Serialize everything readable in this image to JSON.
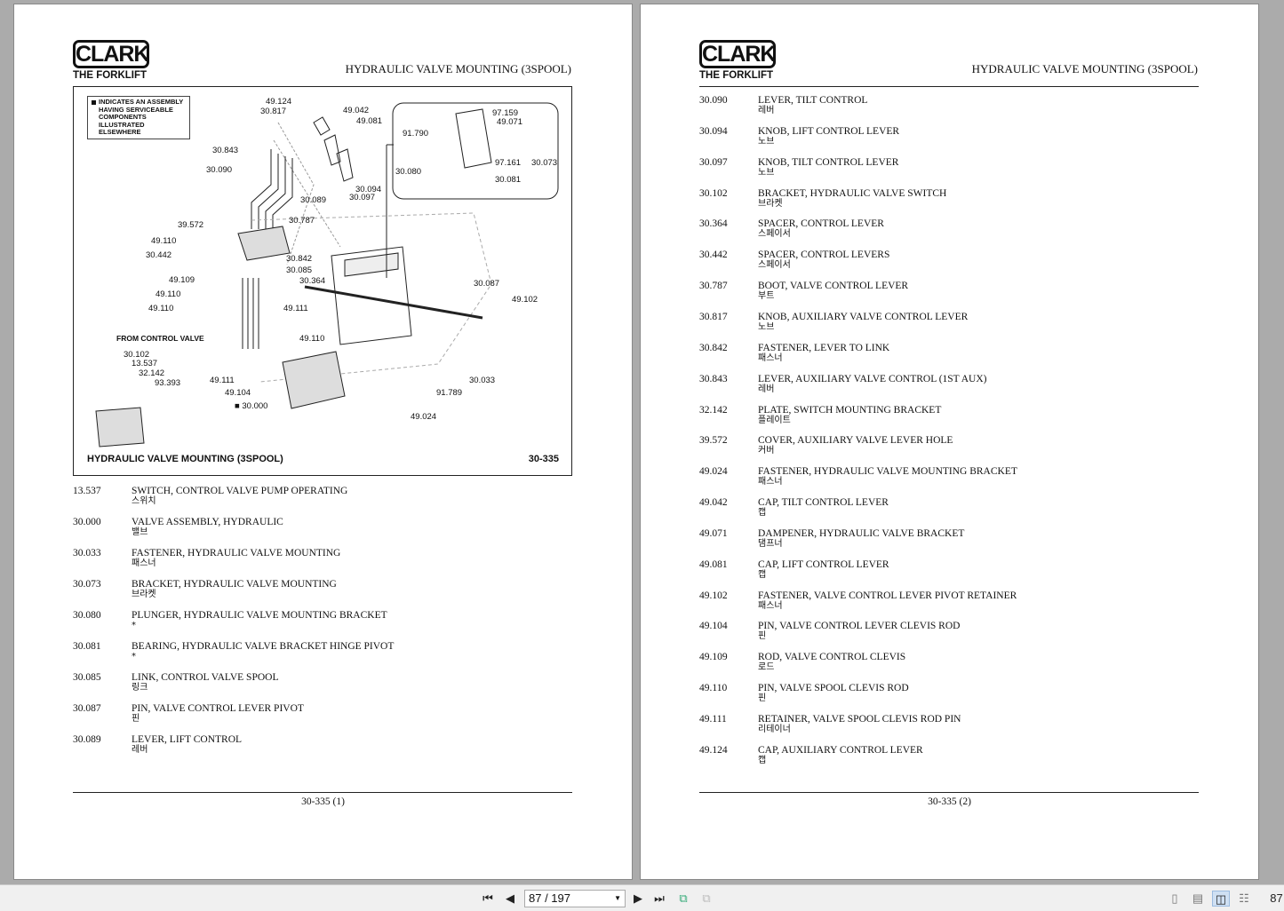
{
  "header": {
    "logo_text": "CLARK",
    "logo_sub": "THE FORKLIFT",
    "title": "HYDRAULIC VALVE MOUNTING (3SPOOL)"
  },
  "diagram": {
    "note": "INDICATES AN ASSEMBLY HAVING SERVICEABLE COMPONENTS ILLUSTRATED ELSEWHERE",
    "caption": "HYDRAULIC VALVE MOUNTING (3SPOOL)",
    "figure_number": "30-335",
    "from_label": "FROM CONTROL VALVE",
    "callouts": [
      "49.124",
      "30.817",
      "49.042",
      "49.081",
      "30.843",
      "30.090",
      "30.089",
      "30.094",
      "30.097",
      "39.572",
      "30.787",
      "49.110",
      "30.442",
      "30.842",
      "30.085",
      "49.109",
      "30.364",
      "49.110",
      "49.111",
      "49.110",
      "49.110",
      "30.102",
      "13.537",
      "32.142",
      "93.393",
      "49.111",
      "49.104",
      "■ 30.000",
      "97.159",
      "49.071",
      "91.790",
      "97.161",
      "30.073",
      "30.080",
      "30.081",
      "30.087",
      "49.102",
      "30.033",
      "91.789",
      "49.024"
    ]
  },
  "left_parts": [
    {
      "num": "13.537",
      "desc": "SWITCH, CONTROL VALVE PUMP OPERATING",
      "ko": "스위치"
    },
    {
      "num": "30.000",
      "desc": "VALVE ASSEMBLY, HYDRAULIC",
      "ko": "밸브"
    },
    {
      "num": "30.033",
      "desc": "FASTENER, HYDRAULIC VALVE MOUNTING",
      "ko": "패스너"
    },
    {
      "num": "30.073",
      "desc": "BRACKET, HYDRAULIC VALVE MOUNTING",
      "ko": "브라켓"
    },
    {
      "num": "30.080",
      "desc": "PLUNGER, HYDRAULIC VALVE MOUNTING BRACKET",
      "ko": "*"
    },
    {
      "num": "30.081",
      "desc": "BEARING, HYDRAULIC VALVE BRACKET HINGE PIVOT",
      "ko": "*"
    },
    {
      "num": "30.085",
      "desc": "LINK, CONTROL VALVE SPOOL",
      "ko": "링크"
    },
    {
      "num": "30.087",
      "desc": "PIN, VALVE CONTROL LEVER PIVOT",
      "ko": "핀"
    },
    {
      "num": "30.089",
      "desc": "LEVER, LIFT CONTROL",
      "ko": "레버"
    }
  ],
  "right_parts": [
    {
      "num": "30.090",
      "desc": "LEVER, TILT CONTROL",
      "ko": "레버"
    },
    {
      "num": "30.094",
      "desc": "KNOB, LIFT CONTROL LEVER",
      "ko": "노브"
    },
    {
      "num": "30.097",
      "desc": "KNOB, TILT CONTROL LEVER",
      "ko": "노브"
    },
    {
      "num": "30.102",
      "desc": "BRACKET, HYDRAULIC VALVE SWITCH",
      "ko": "브라켓"
    },
    {
      "num": "30.364",
      "desc": "SPACER, CONTROL LEVER",
      "ko": "스페이서"
    },
    {
      "num": "30.442",
      "desc": "SPACER, CONTROL LEVERS",
      "ko": "스페이서"
    },
    {
      "num": "30.787",
      "desc": "BOOT, VALVE CONTROL LEVER",
      "ko": "부트"
    },
    {
      "num": "30.817",
      "desc": "KNOB, AUXILIARY VALVE CONTROL LEVER",
      "ko": "노브"
    },
    {
      "num": "30.842",
      "desc": "FASTENER, LEVER TO LINK",
      "ko": "패스너"
    },
    {
      "num": "30.843",
      "desc": "LEVER, AUXILIARY VALVE CONTROL (1ST AUX)",
      "ko": "레버"
    },
    {
      "num": "32.142",
      "desc": "PLATE, SWITCH MOUNTING BRACKET",
      "ko": "플레이트"
    },
    {
      "num": "39.572",
      "desc": "COVER, AUXILIARY VALVE LEVER HOLE",
      "ko": "커버"
    },
    {
      "num": "49.024",
      "desc": "FASTENER, HYDRAULIC VALVE MOUNTING BRACKET",
      "ko": "패스너"
    },
    {
      "num": "49.042",
      "desc": "CAP, TILT CONTROL LEVER",
      "ko": "캡"
    },
    {
      "num": "49.071",
      "desc": "DAMPENER, HYDRAULIC VALVE BRACKET",
      "ko": "댐프너"
    },
    {
      "num": "49.081",
      "desc": "CAP, LIFT CONTROL LEVER",
      "ko": "캡"
    },
    {
      "num": "49.102",
      "desc": "FASTENER, VALVE CONTROL LEVER PIVOT RETAINER",
      "ko": "패스너"
    },
    {
      "num": "49.104",
      "desc": "PIN, VALVE CONTROL LEVER CLEVIS ROD",
      "ko": "핀"
    },
    {
      "num": "49.109",
      "desc": "ROD, VALVE CONTROL CLEVIS",
      "ko": "로드"
    },
    {
      "num": "49.110",
      "desc": "PIN, VALVE SPOOL CLEVIS ROD",
      "ko": "핀"
    },
    {
      "num": "49.111",
      "desc": "RETAINER, VALVE SPOOL CLEVIS ROD PIN",
      "ko": "리테이너"
    },
    {
      "num": "49.124",
      "desc": "CAP, AUXILIARY CONTROL LEVER",
      "ko": "캡"
    }
  ],
  "footers": {
    "left": "30-335 (1)",
    "right": "30-335 (2)"
  },
  "toolbar": {
    "page_field": "87 / 197",
    "zoom_value": "87",
    "icons": [
      "first-page",
      "prev-page",
      "next-page",
      "last-page",
      "rotate",
      "rotate-disabled",
      "single-page",
      "continuous",
      "facing",
      "facing-continuous"
    ]
  }
}
